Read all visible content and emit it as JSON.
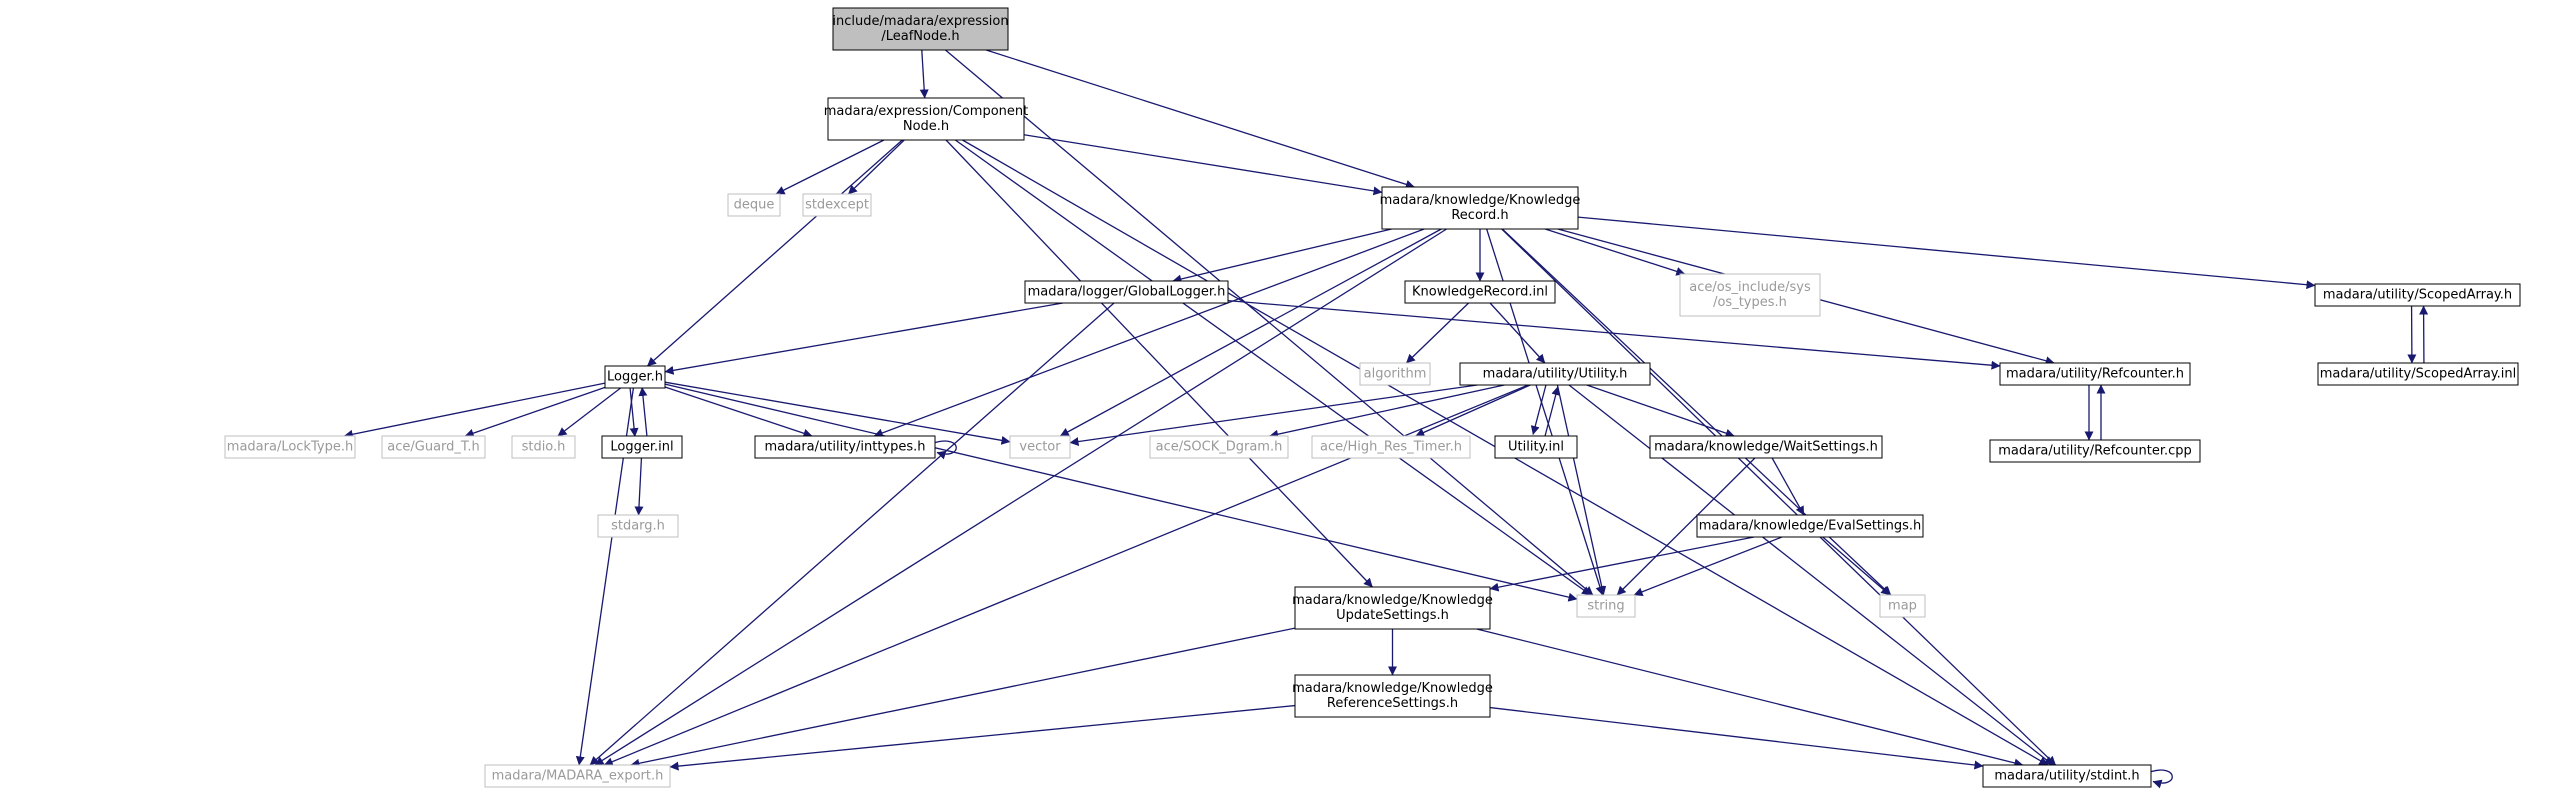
{
  "colors": {
    "edge": "#191970",
    "node_border": "#000000",
    "system_border": "#bfbfbf",
    "root_fill": "#bfbfbf",
    "node_fill": "#ffffff",
    "text": "#000000",
    "system_text": "#9a9a9a"
  },
  "nodes": [
    {
      "id": "leafnode",
      "lines": [
        "include/madara/expression",
        "/LeafNode.h"
      ],
      "kind": "root"
    },
    {
      "id": "componentnode",
      "lines": [
        "madara/expression/Component",
        "Node.h"
      ],
      "kind": "file"
    },
    {
      "id": "deque",
      "lines": [
        "deque"
      ],
      "kind": "system"
    },
    {
      "id": "stdexcept",
      "lines": [
        "stdexcept"
      ],
      "kind": "system"
    },
    {
      "id": "knowledgerecord",
      "lines": [
        "madara/knowledge/Knowledge",
        "Record.h"
      ],
      "kind": "file"
    },
    {
      "id": "globallogger",
      "lines": [
        "madara/logger/GlobalLogger.h"
      ],
      "kind": "file"
    },
    {
      "id": "knowledgerecordinl",
      "lines": [
        "KnowledgeRecord.inl"
      ],
      "kind": "file"
    },
    {
      "id": "ostypes",
      "lines": [
        "ace/os_include/sys",
        "/os_types.h"
      ],
      "kind": "system"
    },
    {
      "id": "scopedarray",
      "lines": [
        "madara/utility/ScopedArray.h"
      ],
      "kind": "file"
    },
    {
      "id": "scopedarrayinl",
      "lines": [
        "madara/utility/ScopedArray.inl"
      ],
      "kind": "file"
    },
    {
      "id": "algorithm",
      "lines": [
        "algorithm"
      ],
      "kind": "system"
    },
    {
      "id": "utility",
      "lines": [
        "madara/utility/Utility.h"
      ],
      "kind": "file"
    },
    {
      "id": "refcounter",
      "lines": [
        "madara/utility/Refcounter.h"
      ],
      "kind": "file"
    },
    {
      "id": "refcountercpp",
      "lines": [
        "madara/utility/Refcounter.cpp"
      ],
      "kind": "file"
    },
    {
      "id": "loggerh",
      "lines": [
        "Logger.h"
      ],
      "kind": "file"
    },
    {
      "id": "locktype",
      "lines": [
        "madara/LockType.h"
      ],
      "kind": "system"
    },
    {
      "id": "guardt",
      "lines": [
        "ace/Guard_T.h"
      ],
      "kind": "system"
    },
    {
      "id": "stdioh",
      "lines": [
        "stdio.h"
      ],
      "kind": "system"
    },
    {
      "id": "loggerinl",
      "lines": [
        "Logger.inl"
      ],
      "kind": "file"
    },
    {
      "id": "inttypes",
      "lines": [
        "madara/utility/inttypes.h"
      ],
      "kind": "file"
    },
    {
      "id": "vector",
      "lines": [
        "vector"
      ],
      "kind": "system"
    },
    {
      "id": "sockdgram",
      "lines": [
        "ace/SOCK_Dgram.h"
      ],
      "kind": "system"
    },
    {
      "id": "highres",
      "lines": [
        "ace/High_Res_Timer.h"
      ],
      "kind": "system"
    },
    {
      "id": "utilityinl",
      "lines": [
        "Utility.inl"
      ],
      "kind": "file"
    },
    {
      "id": "waitsettings",
      "lines": [
        "madara/knowledge/WaitSettings.h"
      ],
      "kind": "file"
    },
    {
      "id": "stdargh",
      "lines": [
        "stdarg.h"
      ],
      "kind": "system"
    },
    {
      "id": "evalsettings",
      "lines": [
        "madara/knowledge/EvalSettings.h"
      ],
      "kind": "file"
    },
    {
      "id": "updatesettings",
      "lines": [
        "madara/knowledge/Knowledge",
        "UpdateSettings.h"
      ],
      "kind": "file"
    },
    {
      "id": "string",
      "lines": [
        "string"
      ],
      "kind": "system"
    },
    {
      "id": "map",
      "lines": [
        "map"
      ],
      "kind": "system"
    },
    {
      "id": "referencesettings",
      "lines": [
        "madara/knowledge/Knowledge",
        "ReferenceSettings.h"
      ],
      "kind": "file"
    },
    {
      "id": "madaraexport",
      "lines": [
        "madara/MADARA_export.h"
      ],
      "kind": "system"
    },
    {
      "id": "stdint",
      "lines": [
        "madara/utility/stdint.h"
      ],
      "kind": "file"
    }
  ],
  "edges": [
    [
      "leafnode",
      "componentnode"
    ],
    [
      "leafnode",
      "knowledgerecord"
    ],
    [
      "leafnode",
      "string"
    ],
    [
      "componentnode",
      "deque"
    ],
    [
      "componentnode",
      "stdexcept"
    ],
    [
      "componentnode",
      "knowledgerecord"
    ],
    [
      "componentnode",
      "loggerh"
    ],
    [
      "componentnode",
      "string"
    ],
    [
      "componentnode",
      "updatesettings"
    ],
    [
      "componentnode",
      "stdint"
    ],
    [
      "knowledgerecord",
      "globallogger"
    ],
    [
      "knowledgerecord",
      "knowledgerecordinl"
    ],
    [
      "knowledgerecord",
      "ostypes"
    ],
    [
      "knowledgerecord",
      "scopedarray"
    ],
    [
      "knowledgerecord",
      "refcounter"
    ],
    [
      "knowledgerecord",
      "inttypes"
    ],
    [
      "knowledgerecord",
      "vector"
    ],
    [
      "knowledgerecord",
      "string"
    ],
    [
      "knowledgerecord",
      "map"
    ],
    [
      "knowledgerecord",
      "madaraexport"
    ],
    [
      "knowledgerecord",
      "stdint"
    ],
    [
      "globallogger",
      "loggerh"
    ],
    [
      "globallogger",
      "refcounter"
    ],
    [
      "globallogger",
      "madaraexport"
    ],
    [
      "knowledgerecordinl",
      "algorithm"
    ],
    [
      "knowledgerecordinl",
      "utility"
    ],
    [
      "scopedarray",
      "scopedarrayinl"
    ],
    [
      "scopedarrayinl",
      "scopedarray"
    ],
    [
      "refcounter",
      "refcountercpp"
    ],
    [
      "refcountercpp",
      "refcounter"
    ],
    [
      "loggerh",
      "locktype"
    ],
    [
      "loggerh",
      "guardt"
    ],
    [
      "loggerh",
      "stdioh"
    ],
    [
      "loggerh",
      "loggerinl"
    ],
    [
      "loggerh",
      "inttypes"
    ],
    [
      "loggerh",
      "vector"
    ],
    [
      "loggerh",
      "string"
    ],
    [
      "loggerh",
      "madaraexport"
    ],
    [
      "loggerinl",
      "loggerh"
    ],
    [
      "loggerinl",
      "stdargh"
    ],
    [
      "inttypes",
      "inttypes"
    ],
    [
      "utility",
      "vector"
    ],
    [
      "utility",
      "sockdgram"
    ],
    [
      "utility",
      "highres"
    ],
    [
      "utility",
      "utilityinl"
    ],
    [
      "utility",
      "waitsettings"
    ],
    [
      "utility",
      "string"
    ],
    [
      "utility",
      "madaraexport"
    ],
    [
      "utility",
      "stdint"
    ],
    [
      "utilityinl",
      "utility"
    ],
    [
      "waitsettings",
      "evalsettings"
    ],
    [
      "waitsettings",
      "string"
    ],
    [
      "evalsettings",
      "updatesettings"
    ],
    [
      "evalsettings",
      "string"
    ],
    [
      "evalsettings",
      "map"
    ],
    [
      "updatesettings",
      "referencesettings"
    ],
    [
      "updatesettings",
      "madaraexport"
    ],
    [
      "updatesettings",
      "stdint"
    ],
    [
      "referencesettings",
      "madaraexport"
    ],
    [
      "referencesettings",
      "stdint"
    ],
    [
      "stdint",
      "stdint"
    ]
  ]
}
